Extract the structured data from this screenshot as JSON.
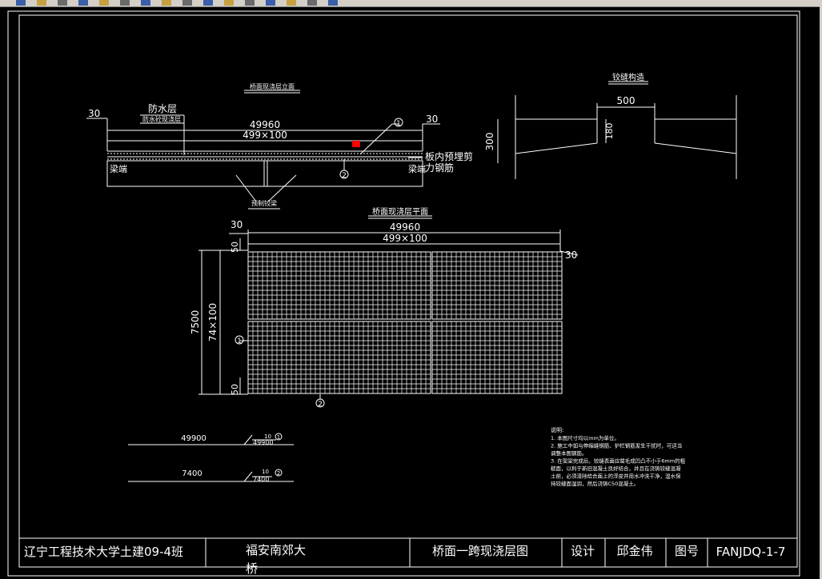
{
  "toolbar": {
    "icons": [
      "print-icon",
      "pencil-icon",
      "undo-icon",
      "redo-icon",
      "zoom-icon",
      "zoom-window-icon",
      "text-icon",
      "layer-icon",
      "properties-icon",
      "block-icon",
      "table-icon",
      "save-icon",
      "line-icon",
      "circle-icon",
      "color-icon",
      "layers-icon"
    ]
  },
  "colors": {
    "background": "#000000",
    "linework": "#ffffff",
    "accent": "#ff0000"
  },
  "section": {
    "title": "桥面现浇层立面",
    "waterproof_label": "防水层",
    "waterproof_subtitle": "防水砼现浇层",
    "dim_left": "30",
    "dim_right": "30",
    "dim_total": "49960",
    "dim_spacing": "499×100",
    "marker1": "1",
    "marker2": "2",
    "beam_end": "梁端",
    "rebar_label_1": "板内预埋剪",
    "rebar_label_2": "力钢筋",
    "precast_label": "预制铰梁"
  },
  "hinge": {
    "title": "铰缝构造",
    "dim_width": "500",
    "dim_height": "300",
    "dim_inner": "180"
  },
  "plan": {
    "title": "桥面现浇层平面",
    "dim_left": "30",
    "dim_total": "49960",
    "dim_spacing": "499×100",
    "dim_right": "30",
    "dim_top": "50",
    "dim_height": "7500",
    "dim_rows": "74×100",
    "dim_bottom": "50",
    "marker1": "1",
    "marker2": "2"
  },
  "rebar_table": {
    "row1_length": "49900",
    "row1_label": "49900",
    "row1_sub": "10",
    "row1_marker": "1",
    "row2_length": "7400",
    "row2_label": "7400",
    "row2_sub": "10",
    "row2_marker": "2"
  },
  "notes": {
    "heading": "说明:",
    "lines": [
      "1. 本图尺寸均以mm为单位。",
      "2. 施工中如与伸缩缝钢筋、护栏钢筋发生干扰时，可适当",
      "调整本图钢筋。",
      "3. 在架梁完成后，铰缝表面应凿毛成凹凸不小于6mm的粗",
      "糙面，以利于新旧混凝土良好结合，并且在浇铸铰缝混凝",
      "土前，必须清除结合面上的浮皮并用水冲洗干净，湿水保",
      "持铰缝面湿润，然后浇铸C50混凝土。"
    ]
  },
  "title_block": {
    "school": "辽宁工程技术大学土建09-4班",
    "project": "福安南郊大桥",
    "drawing_name": "桥面一跨现浇层图",
    "design_label": "设计",
    "designer": "邱金伟",
    "number_label": "图号",
    "drawing_number": "FANJDQ-1-7"
  }
}
